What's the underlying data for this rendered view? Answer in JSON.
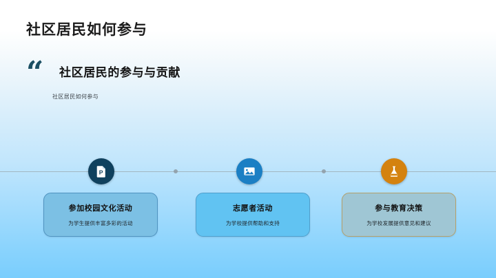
{
  "slide": {
    "title": "社区居民如何参与",
    "quote": {
      "mark": "“",
      "heading": "社区居民的参与与贡献",
      "subtext": "社区居民如何参与"
    },
    "timeline": {
      "line_color": "#9aa7ad",
      "dot_color": "#8e9ba3",
      "nodes": [
        {
          "icon": "presentation-file-icon",
          "icon_letter": "P",
          "circle_color": "#10415e",
          "card": {
            "title": "参加校园文化活动",
            "description": "为学生提供丰富多彩的活动",
            "fill_color": "#7cc0e4",
            "border_color": "#4f93c0"
          }
        },
        {
          "icon": "picture-image-icon",
          "icon_letter": "",
          "circle_color": "#1b7fc4",
          "card": {
            "title": "志愿者活动",
            "description": "为学校提供帮助和支持",
            "fill_color": "#61c3f2",
            "border_color": "#4f9fcc"
          }
        },
        {
          "icon": "flask-beaker-icon",
          "icon_letter": "",
          "circle_color": "#d4820f",
          "card": {
            "title": "参与教育决策",
            "description": "为学校发展提供意见和建议",
            "fill_color": "#9fc6d4",
            "border_color": "#b5a06a"
          }
        }
      ]
    },
    "colors": {
      "background_top": "#ffffff",
      "background_bottom": "#79cdfd",
      "quote_mark": "#1b4f63",
      "title_text": "#1b1b1b"
    }
  }
}
